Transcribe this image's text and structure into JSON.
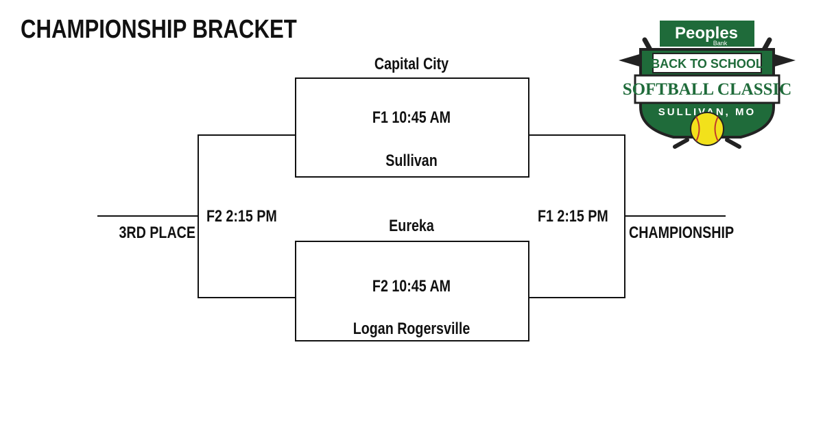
{
  "header": {
    "title": "CHAMPIONSHIP BRACKET"
  },
  "logo": {
    "brand": "Peoples",
    "brand_sub": "Bank",
    "line1": "BACK TO SCHOOL",
    "line2": "SOFTBALL CLASSIC",
    "line3": "SULLIVAN, MO",
    "colors": {
      "green": "#1f6b3a",
      "dark": "#222222",
      "ball": "#f2e11b"
    }
  },
  "bracket": {
    "top_game": {
      "team_top": "Capital City",
      "game": "F1   10:45 AM",
      "team_bottom": "Sullivan"
    },
    "bottom_game": {
      "team_top": "Eureka",
      "game": "F2  10:45 AM",
      "team_bottom": "Logan Rogersville"
    },
    "third_place": {
      "game": "F2 2:15 PM",
      "label": "3RD PLACE"
    },
    "championship": {
      "game": "F1   2:15 PM",
      "label": "CHAMPIONSHIP"
    }
  }
}
